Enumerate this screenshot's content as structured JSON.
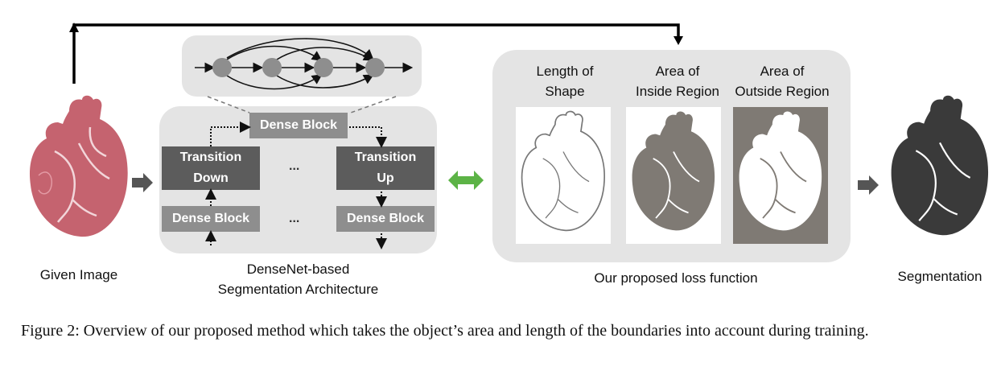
{
  "figure": {
    "given_image_label": "Given Image",
    "architecture_label_line1": "DenseNet-based",
    "architecture_label_line2": "Segmentation Architecture",
    "blocks": {
      "dense_block_top": "Dense Block",
      "transition_down": "Transition Down",
      "transition_up_line1": "Transition",
      "transition_up_line2": "Up",
      "transition_down_line1": "Transition",
      "transition_down_line2": "Down",
      "dense_block_left": "Dense Block",
      "dense_block_right": "Dense Block",
      "ellipsis": "..."
    },
    "loss": {
      "col1_line1": "Length of",
      "col1_line2": "Shape",
      "col2_line1": "Area of",
      "col2_line2": "Inside Region",
      "col3_line1": "Area of",
      "col3_line2": "Outside Region",
      "label": "Our proposed loss function"
    },
    "segmentation_label": "Segmentation",
    "caption": "Figure 2: Overview of our proposed method which takes the object’s area and length of the boundaries into account during training.",
    "colors": {
      "heart_red": "#c5636f",
      "heart_dark": "#3a3a3a",
      "heart_gray": "#7f7a74",
      "green_arrow": "#5cb346",
      "panel_gray": "#e4e4e4"
    }
  }
}
